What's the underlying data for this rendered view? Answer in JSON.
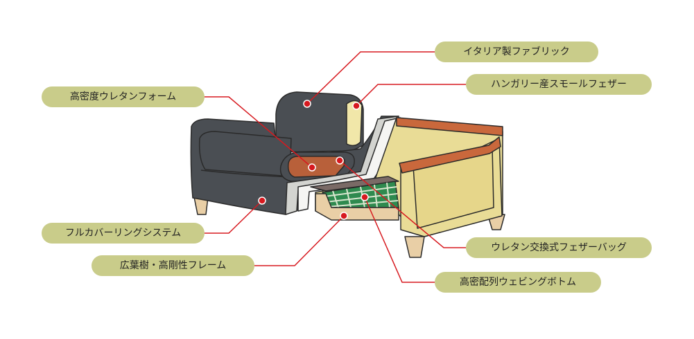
{
  "labels": {
    "italian_fabric": "イタリア製ファブリック",
    "hungarian_feather": "ハンガリー産スモールフェザー",
    "high_density_foam": "高密度ウレタンフォーム",
    "full_covering": "フルカバーリングシステム",
    "hardwood_frame": "広葉樹・高剛性フレーム",
    "urethane_feather_bag": "ウレタン交換式フェザーバッグ",
    "webbing_bottom": "高密配列ウェビングボトム"
  },
  "colors": {
    "callout_bg": "#c9cc8a",
    "leader_line": "#d7191f",
    "marker_dot": "#d7191f",
    "upholstery": "#4a4e53",
    "frame_wood": "#e9dc96",
    "armrest_top": "#c9683c",
    "webbing": "#2f8a4f",
    "leg_wood": "#e9cfa6",
    "foam": "#f1e7a9",
    "feather_layer": "#d3d4d0",
    "cushion_core": "#b8603a"
  }
}
